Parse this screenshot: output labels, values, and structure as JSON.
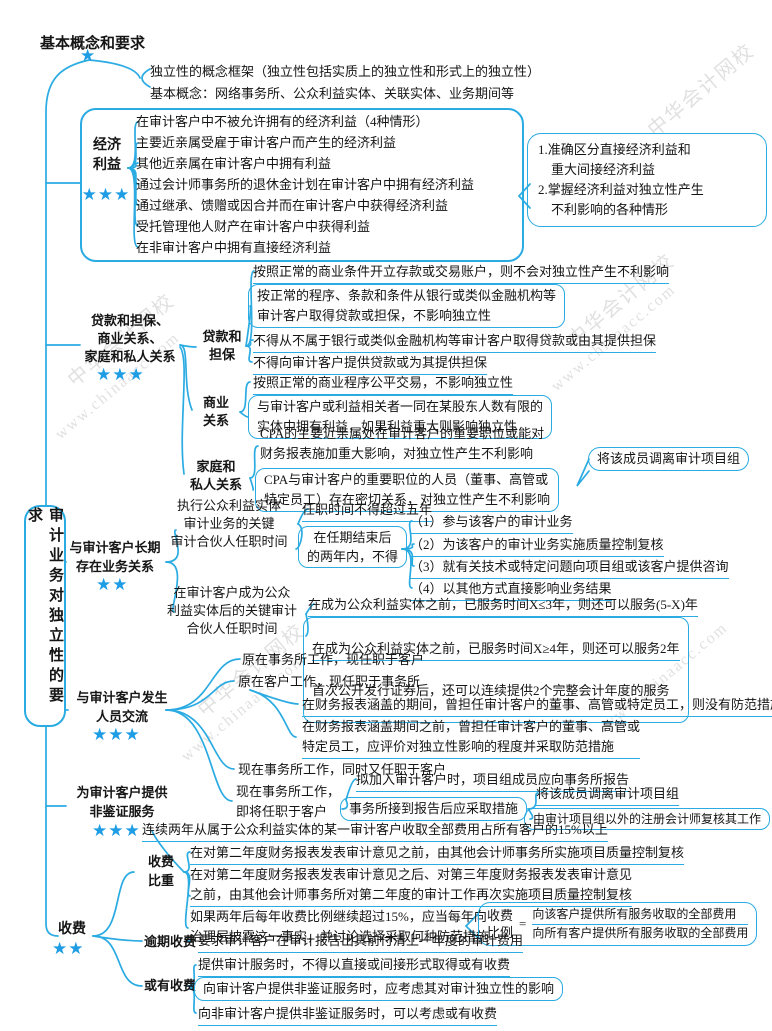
{
  "colors": {
    "accent": "#2aabe2",
    "star": "#1e9ce4",
    "text": "#151515",
    "watermark": "#9a9a9a"
  },
  "watermark": {
    "site": "中华会计网校",
    "url": "www.chinaacc.com"
  },
  "root": {
    "label": "审计业务对独立性的要求"
  },
  "basics": {
    "label": "基本概念和要求",
    "star": "★",
    "items": [
      "独立性的概念框架（独立性包括实质上的独立性和形式上的独立性）",
      "基本概念：网络事务所、公众利益实体、关联实体、业务期间等"
    ]
  },
  "economic": {
    "label": "经济\n利益",
    "stars": "★★★",
    "items": [
      "在审计客户中不被允许拥有的经济利益（4种情形）",
      "主要近亲属受雇于审计客户而产生的经济利益",
      "其他近亲属在审计客户中拥有利益",
      "通过会计师事务所的退休金计划在审计客户中拥有经济利益",
      "通过继承、馈赠或因合并而在审计客户中获得经济利益",
      "受托管理他人财产在审计客户中获得利益",
      "在非审计客户中拥有直接经济利益"
    ],
    "callout": "1.准确区分直接经济利益和\n　重大间接经济利益\n2.掌握经济利益对独立性产生\n　不利影响的各种情形"
  },
  "loans": {
    "label": "贷款和担保、\n商业关系、\n家庭和私人关系",
    "stars": "★★★",
    "sub1": {
      "label": "贷款和\n担保",
      "i1": "按照正常的商业条件开立存款或交易账户，则不会对独立性产生不利影响",
      "i2": "按正常的程序、条款和条件从银行或类似金融机构等\n审计客户取得贷款或担保，不影响独立性",
      "i3": "不得从不属于银行或类似金融机构等审计客户取得贷款或由其提供担保",
      "i4": "不得向审计客户提供贷款或为其提供担保"
    },
    "sub2": {
      "label": "商业\n关系",
      "i1": "按照正常的商业程序公平交易，不影响独立性",
      "i2": "与审计客户或利益相关者一同在某股东人数有限的\n实体中拥有利益，如果利益重大则影响独立性"
    },
    "sub3": {
      "label": "家庭和\n私人关系",
      "i1": "CPA的主要近亲属处在审计客户的重要职位或能对\n财务报表施加重大影响，对独立性产生不利影响",
      "i2": "CPA与审计客户的重要职位的人员（董事、高管或\n特定员工）存在密切关系，对独立性产生不利影响",
      "callout": "将该成员调离审计项目组"
    }
  },
  "tenure": {
    "label": "与审计客户长期\n存在业务关系",
    "stars": "★★",
    "key_partner": {
      "label": "执行公众利益实体\n审计业务的关键\n审计合伙人任职时间",
      "i1": "任职时间不得超过五年",
      "cooling": {
        "label": "在任期结束后\n的两年内，不得",
        "items": [
          "（1）参与该客户的审计业务",
          "（2）为该客户的审计业务实施质量控制复核",
          "（3）就有关技术或特定问题向项目组或该客户提供咨询",
          "（4）以其他方式直接影响业务结果"
        ]
      }
    },
    "became": {
      "label": "在审计客户成为公众\n利益实体后的关键审计\n合伙人任职时间",
      "i1": "在成为公众利益实体之前，已服务时间X≤3年，则还可以服务(5-X)年",
      "i2": "在成为公众利益实体之前，已服务时间X≥4年，则还可以服务2年",
      "i3": "首次公开发行证券后，还可以连续提供2个完整会计年度的服务"
    }
  },
  "exchange": {
    "label": "与审计客户发生\n人员交流",
    "stars": "★★★",
    "i1": "原在事务所工作，现任职于客户",
    "i2": {
      "label": "原在客户工作，现任职于事务所",
      "s1": "在财务报表涵盖的期间，曾担任审计客户的董事、高管或特定员工，则没有防范措施",
      "s2": "在财务报表涵盖期间之前，曾担任审计客户的董事、高管或\n特定员工，应评价对独立性影响的程度并采取防范措施"
    },
    "i3": "现在事务所工作，同时又任职于客户",
    "i4": {
      "label": "现在事务所工作，\n即将任职于客户",
      "s1": "拟加入审计客户时，项目组成员应向事务所报告",
      "s2": {
        "label": "事务所接到报告后应采取措施",
        "t1": "将该成员调离审计项目组",
        "t2": "由审计项目组以外的注册会计师复核其工作"
      }
    }
  },
  "nonassurance": {
    "label": "为审计客户提供\n非鉴证服务",
    "stars": "★★★"
  },
  "fees": {
    "label": "收费",
    "stars": "★★",
    "proportion": {
      "label": "收费\n比重",
      "i1": "连续两年从属于公众利益实体的某一审计客户收取全部费用占所有客户的15%以上",
      "i2": "在对第二年度财务报表发表审计意见之前，由其他会计师事务所实施项目质量控制复核",
      "i3": "在对第二年度财务报表发表审计意见之后、对第三年度财务报表发表审计意见\n之前，由其他会计师事务所对第二年度的审计工作再次实施项目质量控制复核",
      "i4": "如果两年后每年收费比例继续超过15%，应当每年向\n治理层披露这一事实，并讨论选择采取何种防范措施",
      "formula": {
        "label": "收费\n比例",
        "eq": "=",
        "num": "向该客户提供所有服务收取的全部费用",
        "den": "向所有客户提供所有服务收取的全部费用"
      }
    },
    "overdue": {
      "label": "逾期收费",
      "i1": "要求审计客户在审计报告出具前付清上一年度的审计费用"
    },
    "contingent": {
      "label": "或有收费",
      "i1": "提供审计服务时，不得以直接或间接形式取得或有收费",
      "i2": "向审计客户提供非鉴证服务时，应考虑其对审计独立性的影响",
      "i3": "向非审计客户提供非鉴证服务时，可以考虑或有收费"
    }
  }
}
